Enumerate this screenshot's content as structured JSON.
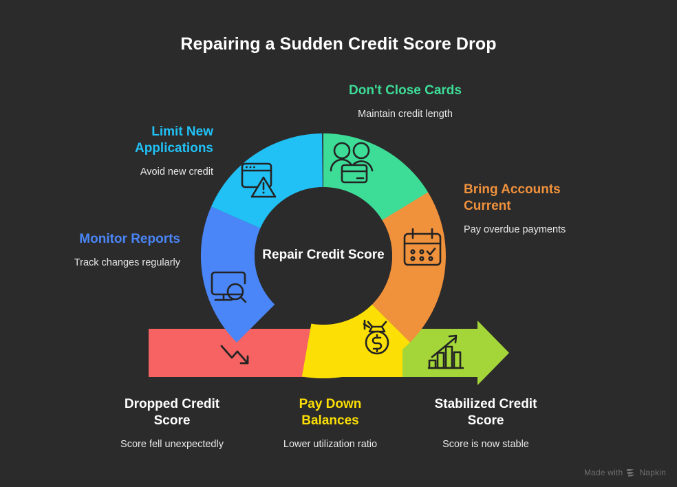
{
  "page": {
    "title": "Repairing a Sudden Credit Score Drop",
    "background_color": "#2b2b2b",
    "text_color": "#ffffff"
  },
  "center": {
    "label": "Repair Credit Score"
  },
  "watermark": {
    "prefix": "Made with",
    "brand": "Napkin",
    "logo_icon": "napkin-logo-icon"
  },
  "chart_data": {
    "type": "pie",
    "title": "Repairing a Sudden Credit Score Drop",
    "center_label": "Repair Credit Score",
    "legend_position": "around",
    "segments": [
      {
        "name": "Don't Close Cards",
        "description": "Maintain credit length",
        "color": "#3ddc97",
        "icon": "people-credit-card-icon",
        "start_angle": 0,
        "end_angle": 62,
        "value": 62
      },
      {
        "name": "Bring Accounts Current",
        "description": "Pay overdue payments",
        "color": "#f0913c",
        "icon": "calendar-check-icon",
        "start_angle": 62,
        "end_angle": 130,
        "value": 68
      },
      {
        "name": "Pay Down Balances",
        "description": "Lower utilization ratio",
        "color": "#fcdf04",
        "icon": "money-bag-icon",
        "start_angle": 130,
        "end_angle": 190,
        "value": 60
      },
      {
        "name": "Monitor Reports",
        "description": "Track changes regularly",
        "color": "#4a86f7",
        "icon": "monitor-search-icon",
        "start_angle": 230,
        "end_angle": 300,
        "value": 70
      },
      {
        "name": "Limit New Applications",
        "description": "Avoid new credit",
        "color": "#21c0f5",
        "icon": "browser-warning-icon",
        "start_angle": 300,
        "end_angle": 358,
        "value": 58
      }
    ],
    "flow_bar": [
      {
        "name": "Dropped Credit Score",
        "description": "Score fell unexpectedly",
        "color": "#f76363",
        "label_color": "#ffffff",
        "icon": "trend-down-arrow-icon"
      },
      {
        "name": "Pay Down Balances",
        "description": "Lower utilization ratio",
        "color": "#fcdf04",
        "label_color": "#fcdf04",
        "icon": "money-bag-icon"
      },
      {
        "name": "Stabilized Credit Score",
        "description": "Score is now stable",
        "color": "#a4d639",
        "label_color": "#ffffff",
        "icon": "bar-chart-up-icon"
      }
    ]
  },
  "labels": {
    "dont_close_cards": {
      "title": "Don't Close Cards",
      "sub": "Maintain credit length",
      "color": "#3ddc97"
    },
    "limit_new_applications": {
      "title_line1": "Limit New",
      "title_line2": "Applications",
      "sub": "Avoid new credit",
      "color": "#21c0f5"
    },
    "monitor_reports": {
      "title": "Monitor Reports",
      "sub": "Track changes regularly",
      "color": "#4a86f7"
    },
    "bring_accounts_current": {
      "title_line1": "Bring Accounts",
      "title_line2": "Current",
      "sub": "Pay overdue payments",
      "color": "#f0913c"
    },
    "dropped_credit_score": {
      "title_line1": "Dropped Credit",
      "title_line2": "Score",
      "sub": "Score fell unexpectedly",
      "color": "#ffffff"
    },
    "pay_down_balances": {
      "title_line1": "Pay Down",
      "title_line2": "Balances",
      "sub": "Lower utilization ratio",
      "color": "#fcdf04"
    },
    "stabilized_credit_score": {
      "title_line1": "Stabilized Credit",
      "title_line2": "Score",
      "sub": "Score is now stable",
      "color": "#ffffff"
    }
  }
}
